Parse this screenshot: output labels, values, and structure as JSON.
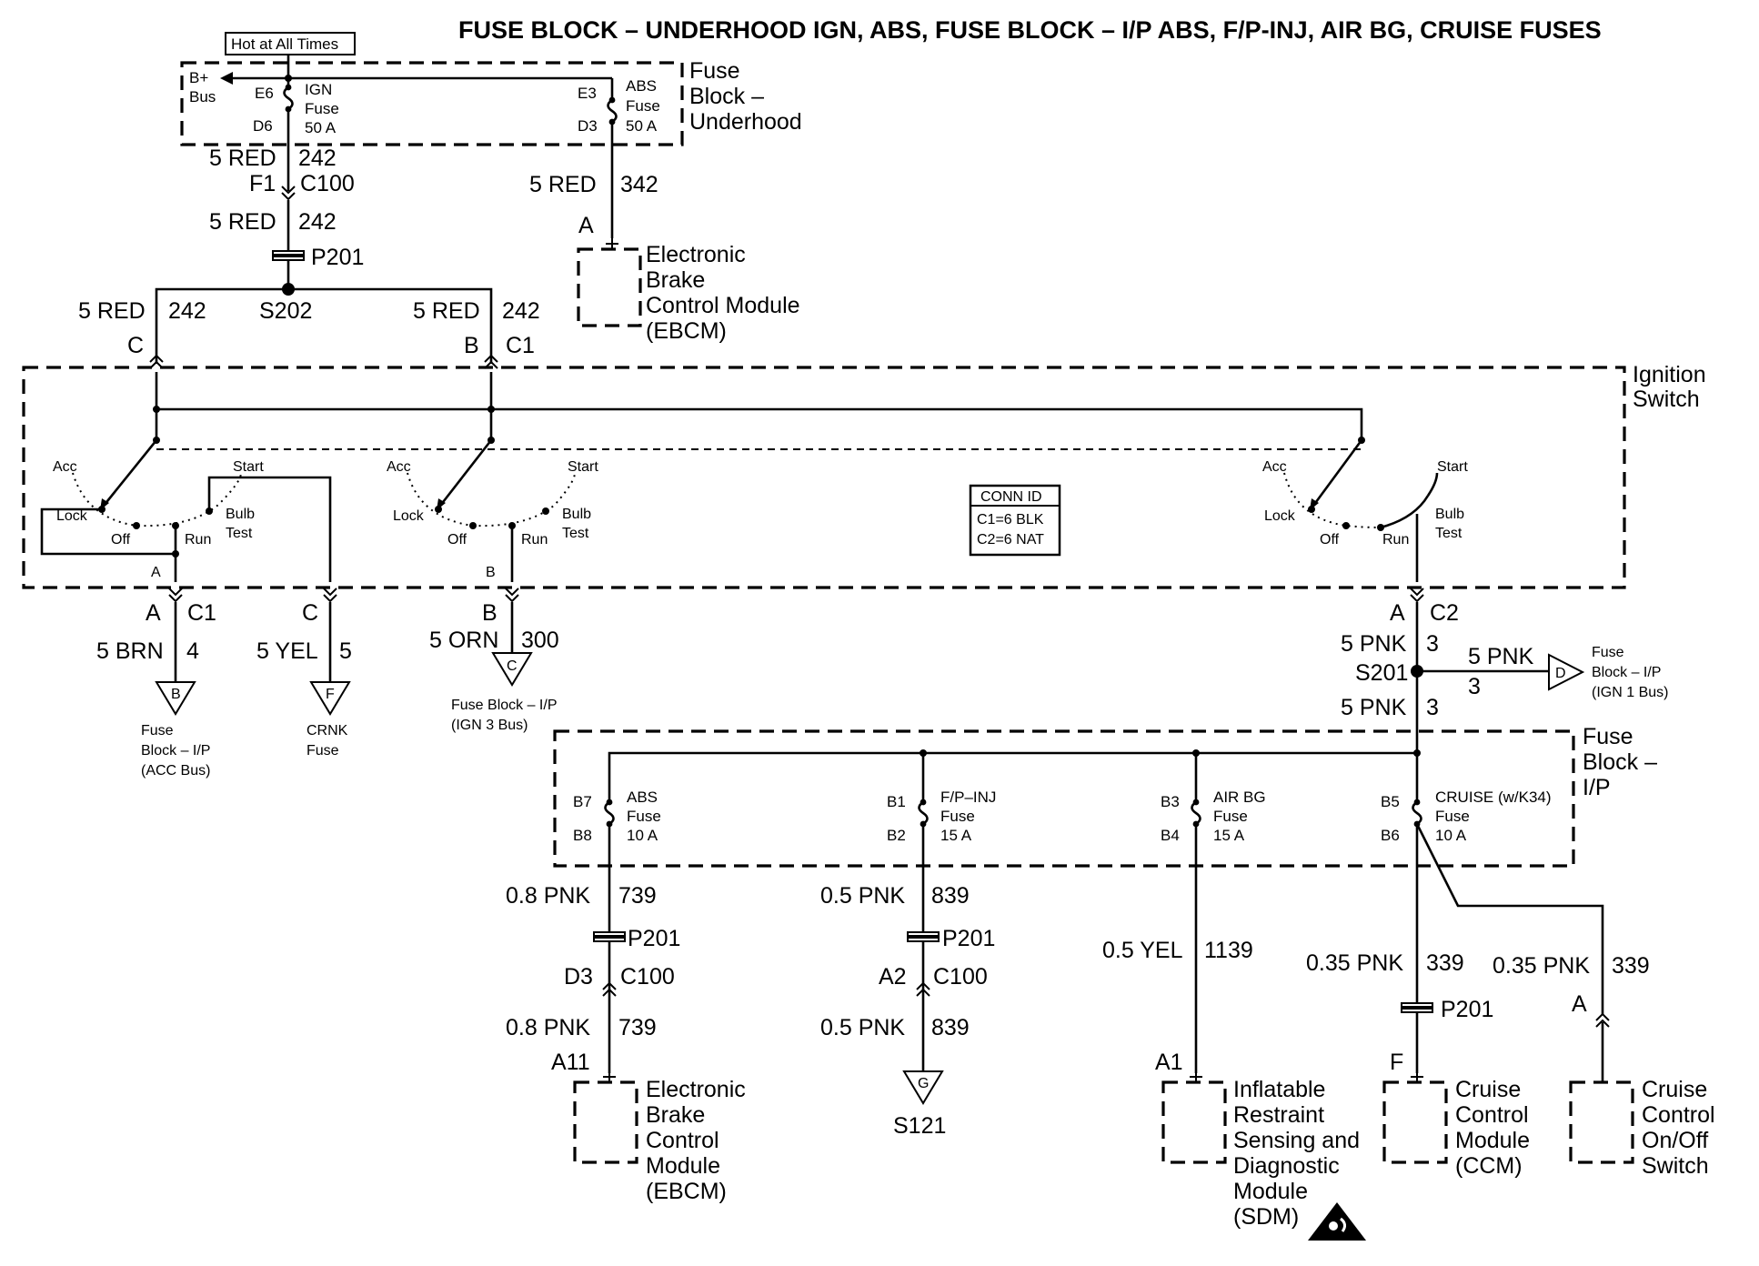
{
  "title": "FUSE BLOCK – UNDERHOOD IGN, ABS, FUSE BLOCK – I/P ABS, F/P-INJ, AIR BG, CRUISE FUSES",
  "hot_label": "Hot at All Times",
  "underhood": {
    "name_lines": [
      "Fuse",
      "Block –",
      "Underhood"
    ],
    "bplus_lines": [
      "B+",
      "Bus"
    ],
    "ign_fuse": {
      "in_pin": "E6",
      "out_pin": "D6",
      "lines": [
        "IGN",
        "Fuse",
        "50 A"
      ]
    },
    "abs_fuse": {
      "in_pin": "E3",
      "out_pin": "D3",
      "lines": [
        "ABS",
        "Fuse",
        "50 A"
      ]
    }
  },
  "ign_feed": {
    "w1_gauge": "5 RED",
    "w1_circuit": "242",
    "conn_pin": "F1",
    "conn_name": "C100",
    "w2_gauge": "5 RED",
    "w2_circuit": "242",
    "pass_through": "P201",
    "splice": "S202",
    "left_gauge": "5 RED",
    "left_circuit": "242",
    "left_pin": "C",
    "right_gauge": "5 RED",
    "right_circuit": "242",
    "right_pin": "B",
    "right_conn": "C1"
  },
  "abs_feed": {
    "gauge": "5 RED",
    "circuit": "342",
    "pin": "A",
    "module_lines": [
      "Electronic",
      "Brake",
      "Control Module",
      "(EBCM)"
    ]
  },
  "ignition_switch": {
    "name_lines": [
      "Ignition",
      "Switch"
    ],
    "conn_id_title": "CONN ID",
    "conn_id_lines": [
      "C1=6 BLK",
      "C2=6 NAT"
    ],
    "positions": {
      "acc": "Acc",
      "lock": "Lock",
      "off": "Off",
      "run": "Run",
      "start": "Start",
      "bulb_lines": [
        "Bulb",
        "Test"
      ]
    },
    "left_internal_pin": "A",
    "mid_internal_pin": "B"
  },
  "switch_outputs": {
    "acc": {
      "pin": "A",
      "conn": "C1",
      "gauge": "5 BRN",
      "circuit": "4",
      "ref": "B",
      "dest_lines": [
        "Fuse",
        "Block – I/P",
        "(ACC Bus)"
      ]
    },
    "crnk": {
      "pin": "C",
      "gauge": "5 YEL",
      "circuit": "5",
      "ref": "F",
      "dest_lines": [
        "CRNK",
        "Fuse"
      ]
    },
    "ign3": {
      "pin": "B",
      "gauge": "5 ORN",
      "circuit": "300",
      "ref": "C",
      "dest_lines": [
        "Fuse Block – I/P",
        "(IGN 3 Bus)"
      ]
    },
    "ign1": {
      "pin": "A",
      "conn": "C2",
      "gauge": "5 PNK",
      "circuit": "3",
      "splice": "S201",
      "branch_gauge": "5 PNK",
      "branch_circuit": "3",
      "ref": "D",
      "branch_dest_lines": [
        "Fuse",
        "Block – I/P",
        "(IGN 1 Bus)"
      ],
      "down_gauge": "5 PNK",
      "down_circuit": "3"
    }
  },
  "ip_block": {
    "name_lines": [
      "Fuse",
      "Block –",
      "I/P"
    ],
    "fuses": [
      {
        "in_pin": "B7",
        "out_pin": "B8",
        "lines": [
          "ABS",
          "Fuse",
          "10 A"
        ]
      },
      {
        "in_pin": "B1",
        "out_pin": "B2",
        "lines": [
          "F/P–INJ",
          "Fuse",
          "15 A"
        ]
      },
      {
        "in_pin": "B3",
        "out_pin": "B4",
        "lines": [
          "AIR BG",
          "Fuse",
          "15 A"
        ]
      },
      {
        "in_pin": "B5",
        "out_pin": "B6",
        "lines": [
          "CRUISE (w/K34)",
          "Fuse",
          "10 A"
        ]
      }
    ]
  },
  "outputs": {
    "ebcm": {
      "w1_gauge": "0.8 PNK",
      "w1_circuit": "739",
      "pass_through": "P201",
      "conn_pin": "D3",
      "conn_name": "C100",
      "w2_gauge": "0.8 PNK",
      "w2_circuit": "739",
      "pin": "A11",
      "module_lines": [
        "Electronic",
        "Brake",
        "Control",
        "Module",
        "(EBCM)"
      ]
    },
    "fpinj": {
      "w1_gauge": "0.5 PNK",
      "w1_circuit": "839",
      "pass_through": "P201",
      "conn_pin": "A2",
      "conn_name": "C100",
      "w2_gauge": "0.5 PNK",
      "w2_circuit": "839",
      "ref": "G",
      "splice": "S121"
    },
    "sdm": {
      "gauge": "0.5 YEL",
      "circuit": "1139",
      "pin": "A1",
      "module_lines": [
        "Inflatable",
        "Restraint",
        "Sensing and",
        "Diagnostic",
        "Module",
        "(SDM)"
      ]
    },
    "ccm": {
      "gauge": "0.35 PNK",
      "circuit": "339",
      "pass_through": "P201",
      "pin": "F",
      "module_lines": [
        "Cruise",
        "Control",
        "Module",
        "(CCM)"
      ]
    },
    "cruise_switch": {
      "gauge": "0.35 PNK",
      "circuit": "339",
      "pin": "A",
      "module_lines": [
        "Cruise",
        "Control",
        "On/Off",
        "Switch"
      ]
    }
  }
}
